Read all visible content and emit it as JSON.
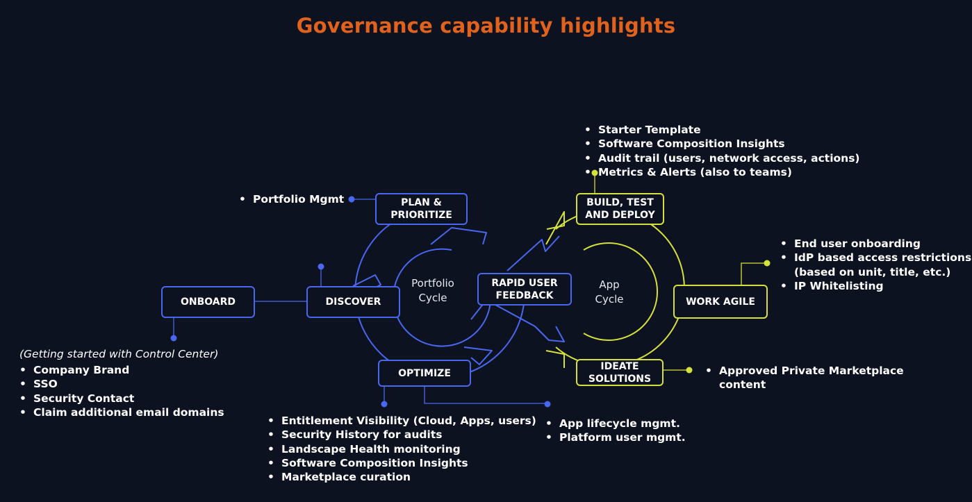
{
  "title": "Governance capability highlights",
  "colors": {
    "background": "#0d1221",
    "title": "#e0621c",
    "blue": "#4a67f0",
    "yellow": "#d6e23c"
  },
  "stages": {
    "plan": "PLAN &\nPRIORITIZE",
    "discover": "DISCOVER",
    "onboard": "ONBOARD",
    "optimize": "OPTIMIZE",
    "feedback": "RAPID USER\nFEEDBACK",
    "build": "BUILD, TEST\nAND DEPLOY",
    "work_agile": "WORK AGILE",
    "ideate": "IDEATE\nSOLUTIONS"
  },
  "cycles": {
    "portfolio": "Portfolio\nCycle",
    "app": "App\nCycle"
  },
  "notes": {
    "plan": [
      "Portfolio Mgmt"
    ],
    "onboard_intro": "(Getting started with Control Center)",
    "onboard": [
      "Company Brand",
      "SSO",
      "Security Contact",
      "Claim additional email domains"
    ],
    "optimize": [
      "Entitlement Visibility (Cloud, Apps, users)",
      "Security History for audits",
      "Landscape Health monitoring",
      "Software Composition Insights",
      "Marketplace curation"
    ],
    "feedback": [
      "App lifecycle mgmt.",
      "Platform user mgmt."
    ],
    "build": [
      "Starter Template",
      "Software Composition Insights",
      "Audit trail (users, network access, actions)",
      "Metrics & Alerts (also to teams)"
    ],
    "work_agile": [
      "End user onboarding",
      "IdP based access restrictions",
      "(based on unit, title, etc.)",
      "IP Whitelisting"
    ],
    "ideate": [
      "Approved Private Marketplace",
      "content"
    ]
  }
}
